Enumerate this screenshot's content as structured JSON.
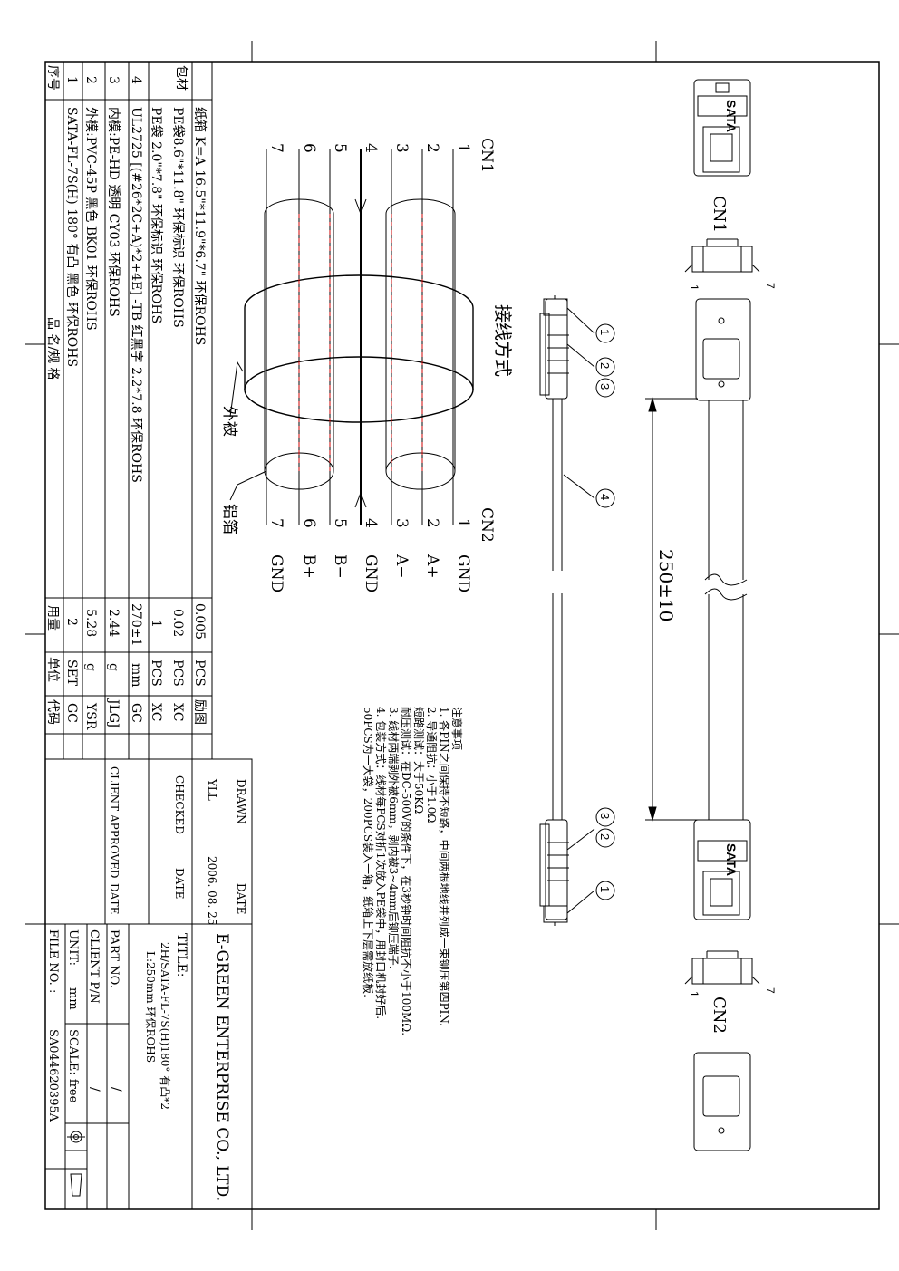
{
  "wiring": {
    "end_left": "CN1",
    "end_right": "CN2",
    "pins": [
      "1",
      "2",
      "3",
      "4",
      "5",
      "6",
      "7"
    ],
    "signals": [
      "GND",
      "A+",
      "A−",
      "GND",
      "B−",
      "B+",
      "GND"
    ],
    "outer_label": "外被",
    "foil_label": "铝箔"
  },
  "title_wiring": "接线方式",
  "dimension": "250±10",
  "callouts": [
    "1",
    "2",
    "3",
    "4"
  ],
  "connector_labels": {
    "cn1": "CN1",
    "cn2": "CN2",
    "sata": "SATA",
    "pin1": "1",
    "pin7": "7"
  },
  "notes": {
    "heading": "注意事项",
    "lines": [
      "1. 各PIN之间保持不短路，中间两根地线并列成一束铆压第四PIN.",
      "2. 导通阻抗：小于1.0Ω",
      "   短路测试：大于50KΩ",
      "   耐压测试：在DC-500V的条件下，在3秒钟时间阻抗不小于100MΩ.",
      "3. 线材两端剥外被6mm，剥内被3~4mm后铆压端子.",
      "4. 包装方式：线材每PCS对折1次放入PE袋中，用封口机封好后.",
      "   50PCS为一大袋，200PCS装入一箱，纸箱上下层需放纸板."
    ]
  },
  "bom": {
    "headers": {
      "no": "序号",
      "name": "品 名/规 格",
      "qty": "用量",
      "unit": "单位",
      "code": "代码"
    },
    "pack_label": "包材",
    "rows": [
      {
        "no": "",
        "name": "纸箱 K=A 16.5\"*11.9\"*6.7\" 环保ROHS",
        "qty": "0.005",
        "unit": "PCS",
        "code": "励图"
      },
      {
        "no": "",
        "name": "PE袋8.6\"*11.8\" 环保标识 环保ROHS",
        "qty": "0.02",
        "unit": "PCS",
        "code": "XC"
      },
      {
        "no": "",
        "name": "PE袋 2.0\"*7.8\" 环保标识 环保ROHS",
        "qty": "",
        "unit": "",
        "code": ""
      },
      {
        "no": "4",
        "name": "UL2725 [(#26*2C+A)*2+4E] -TB 红黑字 2.2*7.8 环保ROHS",
        "qty": "270±1",
        "unit": "mm",
        "code": "GC"
      },
      {
        "no": "3",
        "name": "内模:PE-HD 透明 CY03 环保ROHS",
        "qty": "2.44",
        "unit": "g",
        "code": "JLGJ"
      },
      {
        "no": "2",
        "name": "外模:PVC-45P 黑色 BK01 环保ROHS",
        "qty": "5.28",
        "unit": "g",
        "code": "YSR"
      },
      {
        "no": "1",
        "name": "SATA-FL-7S(H) 180° 有凸 黑色 环保ROHS",
        "qty": "2",
        "unit": "SET",
        "code": "GC"
      }
    ],
    "pe_small_qty": "1",
    "pe_small_unit": "PCS",
    "pe_small_code": "XC"
  },
  "title_block": {
    "drawn": "DRAWN",
    "date": "DATE",
    "drawer": "YLL",
    "drawn_date": "2006. 08. 25",
    "checked": "CHECKED",
    "client_approved": "CLIENT APPROVED",
    "company": "E-GREEN ENTERPRISE CO., LTD.",
    "title_label": "TITLE:",
    "title_line1": "2H/SATA-FL-7S(H)180° 有凸*2",
    "title_line2": "L:250mm 环保ROHS",
    "part_no": "PART NO.",
    "client_pn": "CLIENT P/N",
    "unit_label": "UNIT:",
    "unit": "mm",
    "scale": "SCALE: free",
    "file_no": "FILE NO. :",
    "file": "SA044620395A",
    "slash": "/"
  }
}
